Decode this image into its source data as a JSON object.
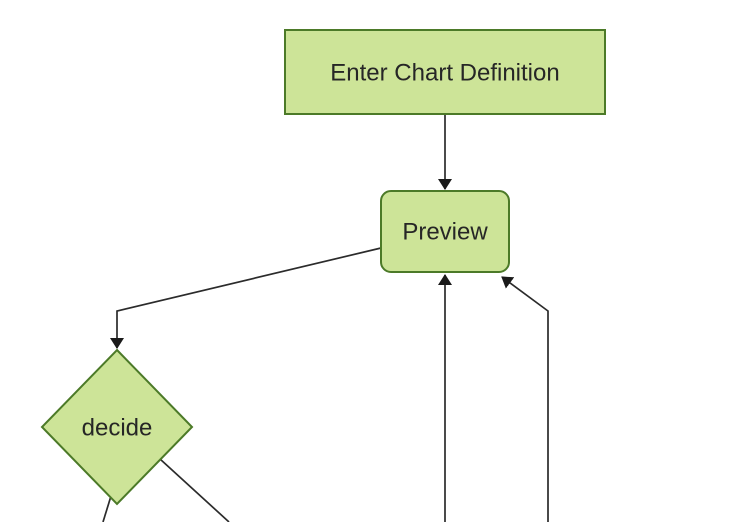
{
  "diagram": {
    "type": "flowchart",
    "background_color": "#ffffff",
    "colors": {
      "node_fill": "#cde498",
      "node_border": "#4c7a28",
      "edge_line": "#2b2b2b",
      "arrowhead": "#1a1a1a",
      "label_text": "#262626"
    },
    "nodes": [
      {
        "id": "enter-chart-definition",
        "shape": "rectangle",
        "label": "Enter Chart Definition"
      },
      {
        "id": "preview",
        "shape": "rounded-rectangle",
        "label": "Preview"
      },
      {
        "id": "decide",
        "shape": "diamond",
        "label": "decide"
      }
    ],
    "edges": [
      {
        "from": "enter-chart-definition",
        "to": "preview",
        "arrow": true
      },
      {
        "from": "preview",
        "to": "decide",
        "arrow": true
      },
      {
        "from": "offscreen-bottom-center",
        "to": "preview",
        "arrow": true
      },
      {
        "from": "offscreen-bottom-right",
        "to": "preview",
        "arrow": true
      },
      {
        "from": "decide",
        "to": "offscreen-bottom-left",
        "arrow": false
      },
      {
        "from": "decide",
        "to": "offscreen-bottom-right",
        "arrow": false
      }
    ]
  }
}
